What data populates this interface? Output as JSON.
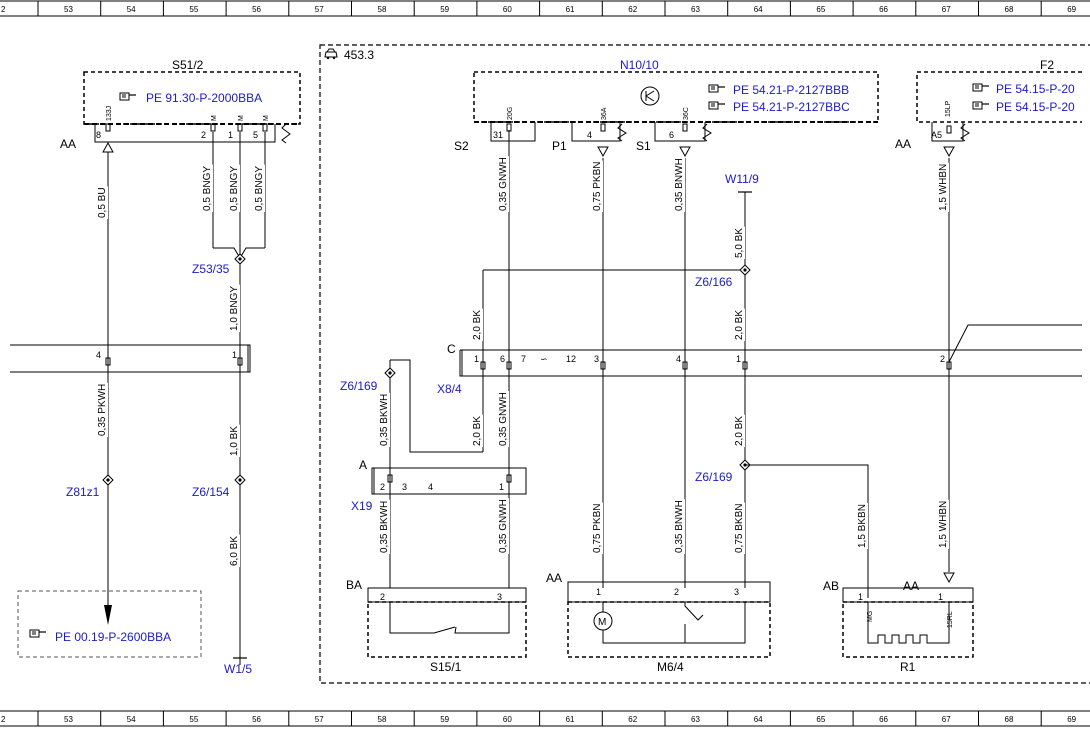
{
  "ruler": {
    "columns": [
      "2",
      "53",
      "54",
      "55",
      "56",
      "57",
      "58",
      "59",
      "60",
      "61",
      "62",
      "63",
      "64",
      "65",
      "66",
      "67",
      "68",
      "69"
    ]
  },
  "colors": {
    "reference": "#1a1ad0",
    "line": "#000000"
  },
  "icons": {
    "reference": "pointing-hand-icon",
    "vehicle": "car-icon",
    "rotary_switch": "switch-symbol-icon",
    "motor": "motor-icon"
  },
  "components": {
    "s51_2": {
      "title": "S51/2",
      "ref": "PE 91.30-P-2000BBA",
      "ground_label": "AA",
      "pins": [
        {
          "num": "8",
          "sig": "133J"
        },
        {
          "num": "2",
          "sig": "M"
        },
        {
          "num": "1",
          "sig": "M"
        },
        {
          "num": "5",
          "sig": "M"
        }
      ]
    },
    "area": {
      "label": "453.3"
    },
    "n10_10": {
      "title": "N10/10",
      "refs": [
        "PE 54.21-P-2127BBB",
        "PE 54.21-P-2127BBC"
      ],
      "pins": [
        {
          "num": "31",
          "sig": "20G",
          "tag": "S2"
        },
        {
          "num": "4",
          "sig": "36A",
          "tag": "P1"
        },
        {
          "num": "6",
          "sig": "36C",
          "tag": "S1"
        }
      ]
    },
    "f2": {
      "title": "F2",
      "refs": [
        "PE 54.15-P-20",
        "PE 54.15-P-20"
      ],
      "ground_label": "AA",
      "pin": "A5",
      "sig": "15LP"
    },
    "w11_9": {
      "label": "W11/9"
    },
    "s15_1": {
      "title": "S15/1",
      "label": "BA",
      "pins": [
        "2",
        "3"
      ]
    },
    "m6_4": {
      "title": "M6/4",
      "label": "AA",
      "pins": [
        "1",
        "2",
        "3"
      ]
    },
    "r1": {
      "title": "R1",
      "labels": [
        "AB",
        "AA"
      ],
      "pins": [
        "1",
        "1"
      ],
      "sigs": [
        "MG",
        "15RL"
      ]
    },
    "x19": {
      "title": "X19",
      "label": "A",
      "pins": [
        "2",
        "3",
        "4",
        "1"
      ]
    },
    "x8_4": {
      "title": "X8/4",
      "label": "C",
      "pins": [
        "1",
        "6",
        "7",
        "12",
        "3",
        "4",
        "1",
        "2"
      ]
    },
    "pe_bottom": {
      "ref": "PE 00.19-P-2600BBA"
    },
    "w1_5": {
      "label": "W1/5"
    }
  },
  "splices": {
    "z53_35": "Z53/35",
    "z6_166": "Z6/166",
    "z6_169a": "Z6/169",
    "z6_169b": "Z6/169",
    "z81z1": "Z81z1",
    "z6_154": "Z6/154"
  },
  "connector_left": {
    "pins": [
      "4",
      "1"
    ]
  },
  "wires": {
    "w_bu": "0,5 BU",
    "w_bngy1": "0,5 BNGY",
    "w_bngy2": "0,5 BNGY",
    "w_bngy3": "0,5 BNGY",
    "w_bngy_main": "1,0 BNGY",
    "w_pkwh": "0,35 PKWH",
    "w_bk_10": "1,0 BK",
    "w_bk_60": "6,0 BK",
    "w_gnwh_top": "0,35 GNWH",
    "w_pkbn_top": "0,75 PKBN",
    "w_bnwh_top": "0,35 BNWH",
    "w_bk_50": "5,0 BK",
    "w_whbn_top": "1,5 WHBN",
    "w_bk_20a": "2,0 BK",
    "w_bk_20b": "2,0 BK",
    "w_bkwh_a": "0,35 BKWH",
    "w_bk_20c": "2,0 BK",
    "w_gnwh_mid": "0,35 GNWH",
    "w_bk_20d": "2,0 BK",
    "w_bkwh_b": "0,35 BKWH",
    "w_gnwh_bot": "0,35 GNWH",
    "w_pkbn_bot": "0,75 PKBN",
    "w_bnwh_bot": "0,35 BNWH",
    "w_bkbn_075": "0,75 BKBN",
    "w_bkbn_15": "1,5 BKBN",
    "w_whbn_bot": "1,5 WHBN"
  }
}
